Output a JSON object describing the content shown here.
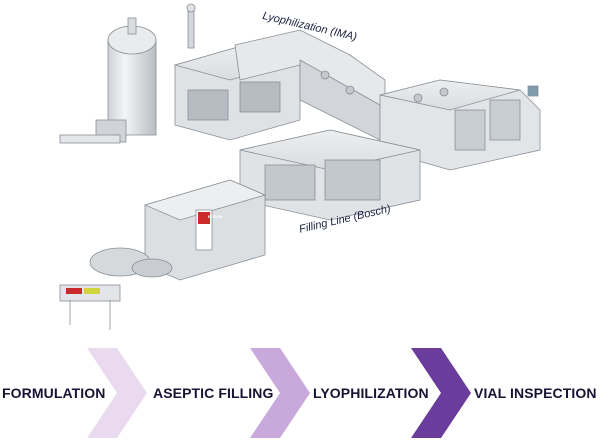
{
  "labels": {
    "lyophilization": "Lyophilization (IMA)",
    "filling_line": "Filling Line (Bosch)",
    "brand": "BOSCH"
  },
  "process_steps": [
    {
      "label": "FORMULATION",
      "color": "#eadaf0"
    },
    {
      "label": "ASEPTIC FILLING",
      "color": "#c9a8dc"
    },
    {
      "label": "LYOPHILIZATION",
      "color": "#a57bc8"
    },
    {
      "label": "VIAL INSPECTION",
      "color": "#6a3c9b"
    }
  ]
}
